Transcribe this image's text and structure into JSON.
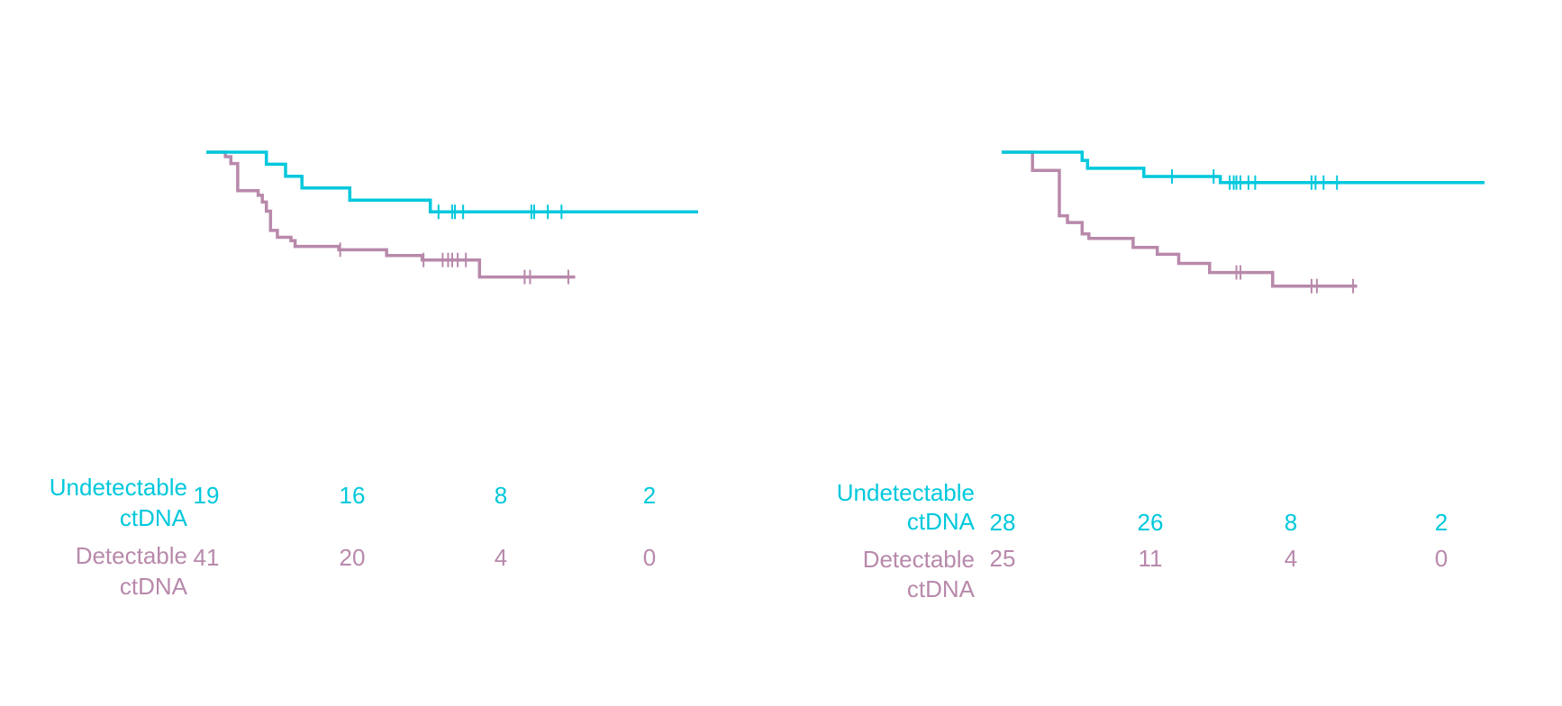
{
  "colors": {
    "undetectable": "#00c8dc",
    "detectable": "#b889ab",
    "background": "#ffffff"
  },
  "chart_data": [
    {
      "type": "line",
      "subtype": "kaplan-meier",
      "title": "",
      "xlabel": "",
      "ylabel": "",
      "xlim": [
        0,
        36
      ],
      "ylim": [
        0,
        1
      ],
      "grid": false,
      "series": [
        {
          "name": "Undetectable ctDNA",
          "color_key": "undetectable",
          "steps": [
            [
              0,
              1.0
            ],
            [
              4.4,
              0.947
            ],
            [
              5.8,
              0.894
            ],
            [
              7.0,
              0.842
            ],
            [
              10.5,
              0.789
            ],
            [
              16.4,
              0.737
            ],
            [
              36,
              0.737
            ]
          ],
          "censored": [
            17.0,
            18.0,
            18.2,
            18.8,
            23.8,
            24.0,
            25.0,
            26.0
          ]
        },
        {
          "name": "Detectable ctDNA",
          "color_key": "detectable",
          "steps": [
            [
              0,
              1.0
            ],
            [
              1.4,
              0.98
            ],
            [
              1.8,
              0.95
            ],
            [
              2.3,
              0.83
            ],
            [
              3.8,
              0.81
            ],
            [
              4.1,
              0.78
            ],
            [
              4.4,
              0.74
            ],
            [
              4.7,
              0.655
            ],
            [
              5.2,
              0.625
            ],
            [
              6.2,
              0.61
            ],
            [
              6.5,
              0.585
            ],
            [
              9.7,
              0.57
            ],
            [
              13.2,
              0.545
            ],
            [
              15.8,
              0.525
            ],
            [
              20.0,
              0.45
            ],
            [
              27.0,
              0.45
            ]
          ],
          "censored": [
            9.8,
            15.9,
            17.3,
            17.7,
            18.0,
            18.4,
            19.0,
            23.3,
            23.7,
            26.5
          ]
        }
      ],
      "risk_table": {
        "rows": [
          {
            "label_line1": "Undetectable",
            "label_line2": "ctDNA",
            "color_key": "undetectable",
            "counts": [
              "19",
              "16",
              "8",
              "2"
            ]
          },
          {
            "label_line1": "Detectable",
            "label_line2": "ctDNA",
            "color_key": "detectable",
            "counts": [
              "41",
              "20",
              "4",
              "0"
            ]
          }
        ]
      }
    },
    {
      "type": "line",
      "subtype": "kaplan-meier",
      "title": "",
      "xlabel": "",
      "ylabel": "",
      "xlim": [
        0,
        36
      ],
      "ylim": [
        0,
        1
      ],
      "grid": false,
      "series": [
        {
          "name": "Undetectable ctDNA",
          "color_key": "undetectable",
          "steps": [
            [
              0,
              1.0
            ],
            [
              6.0,
              0.964
            ],
            [
              6.4,
              0.929
            ],
            [
              10.6,
              0.893
            ],
            [
              16.3,
              0.866
            ],
            [
              36,
              0.866
            ]
          ],
          "censored": [
            12.7,
            15.8,
            17.0,
            17.3,
            17.5,
            17.8,
            18.4,
            18.9,
            23.1,
            23.4,
            24.0,
            25.0
          ]
        },
        {
          "name": "Detectable ctDNA",
          "color_key": "detectable",
          "steps": [
            [
              0,
              1.0
            ],
            [
              2.3,
              0.92
            ],
            [
              4.3,
              0.72
            ],
            [
              4.9,
              0.69
            ],
            [
              6.0,
              0.64
            ],
            [
              6.5,
              0.62
            ],
            [
              9.8,
              0.58
            ],
            [
              11.6,
              0.55
            ],
            [
              13.2,
              0.51
            ],
            [
              15.5,
              0.47
            ],
            [
              20.2,
              0.41
            ],
            [
              26.5,
              0.41
            ]
          ],
          "censored": [
            17.5,
            17.8,
            23.1,
            23.5,
            26.2
          ]
        }
      ],
      "risk_table": {
        "rows": [
          {
            "label_line1": "Undetectable",
            "label_line2": "ctDNA",
            "color_key": "undetectable",
            "counts": [
              "28",
              "26",
              "8",
              "2"
            ]
          },
          {
            "label_line1": "Detectable",
            "label_line2": "ctDNA",
            "color_key": "detectable",
            "counts": [
              "25",
              "11",
              "4",
              "0"
            ]
          }
        ]
      }
    }
  ]
}
